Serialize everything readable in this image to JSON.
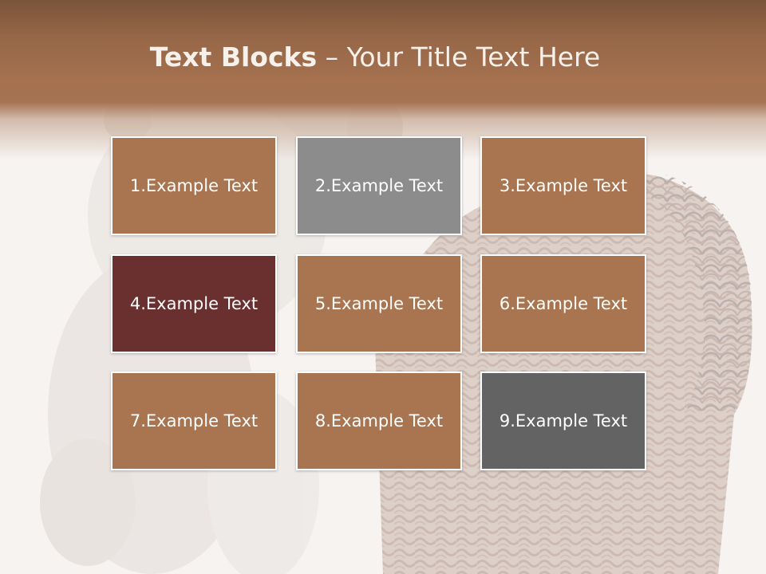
{
  "slide": {
    "title_bold": "Text Blocks",
    "title_rest": " – Your Title Text Here"
  },
  "colors": {
    "header_brown": "#a5714f",
    "block_brown": "#a87550",
    "block_gray": "#8c8c8c",
    "block_maroon": "#6a2f2f",
    "block_dark_gray": "#636363"
  },
  "blocks": [
    {
      "label": "1.Example Text",
      "color": "#a87550"
    },
    {
      "label": "2.Example Text",
      "color": "#8c8c8c"
    },
    {
      "label": "3.Example Text",
      "color": "#a87550"
    },
    {
      "label": "4.Example Text",
      "color": "#6a2f2f"
    },
    {
      "label": "5.Example Text",
      "color": "#a87550"
    },
    {
      "label": "6.Example Text",
      "color": "#a87550"
    },
    {
      "label": "7.Example Text",
      "color": "#a87550"
    },
    {
      "label": "8.Example Text",
      "color": "#a87550"
    },
    {
      "label": "9.Example Text",
      "color": "#636363"
    }
  ]
}
